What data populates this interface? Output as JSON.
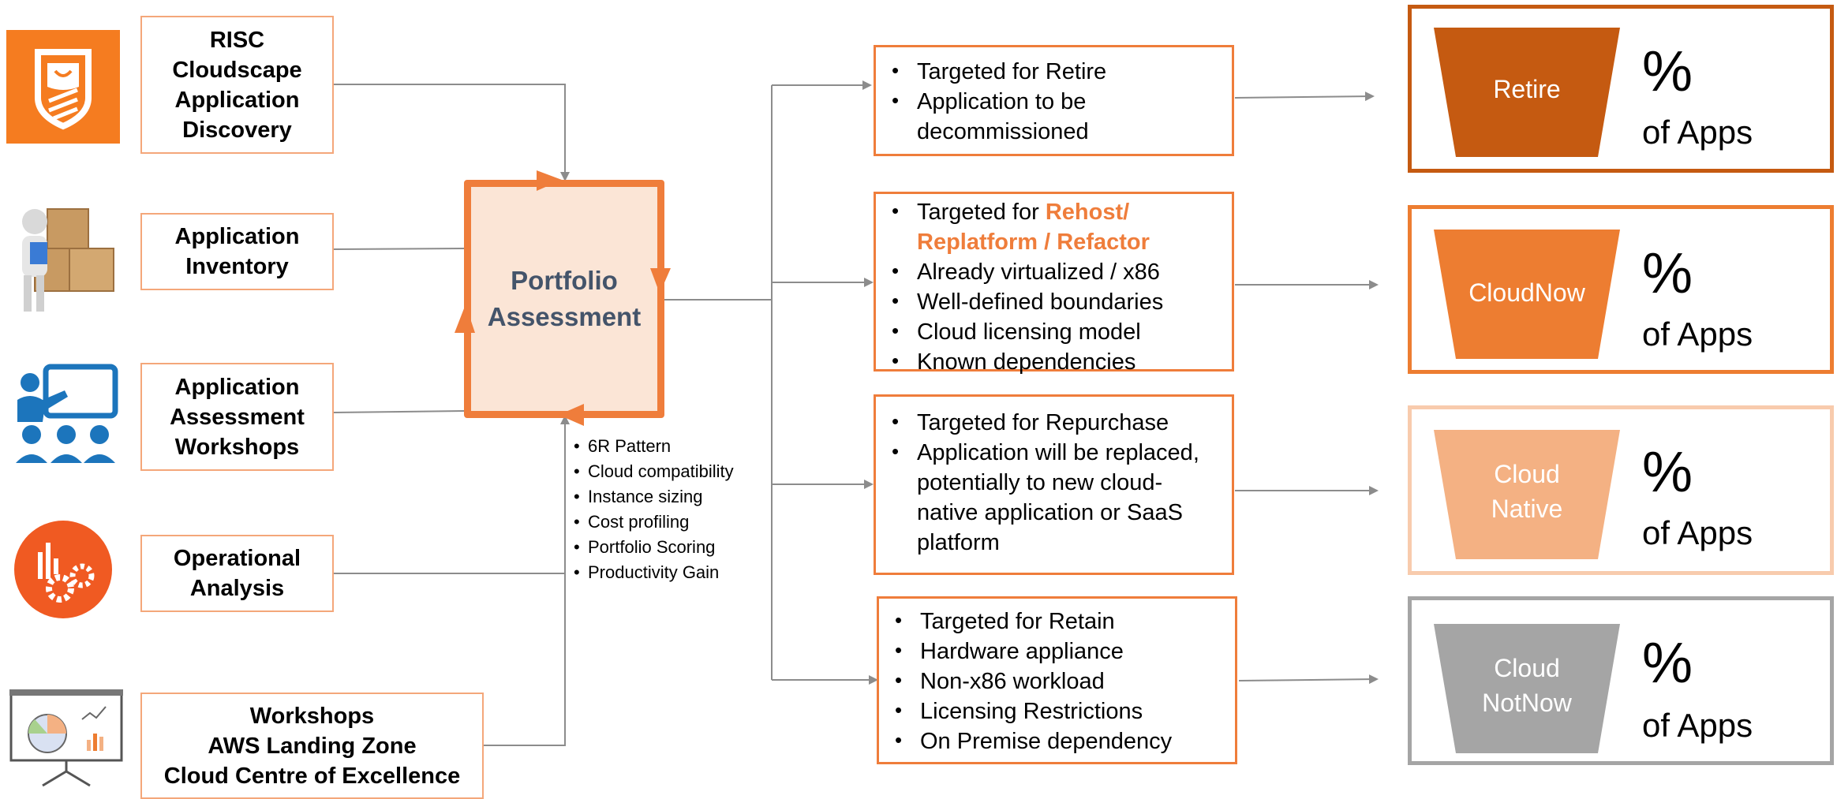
{
  "sources": [
    {
      "lines": [
        "RISC",
        "Cloudscape",
        "Application",
        "Discovery"
      ]
    },
    {
      "lines": [
        "Application",
        "Inventory"
      ]
    },
    {
      "lines": [
        "Application",
        "Assessment",
        "Workshops"
      ]
    },
    {
      "lines": [
        "Operational",
        "Analysis"
      ]
    },
    {
      "lines": [
        "Workshops",
        "AWS Landing Zone",
        "Cloud Centre of Excellence"
      ]
    }
  ],
  "center": {
    "line1": "Portfolio",
    "line2": "Assessment"
  },
  "criteria": [
    "6R Pattern",
    "Cloud compatibility",
    "Instance sizing",
    "Cost profiling",
    "Portfolio Scoring",
    "Productivity Gain"
  ],
  "outcomes": {
    "retire": [
      "Targeted for Retire",
      "Application to be decommissioned"
    ],
    "rehost": {
      "prefix": "Targeted for ",
      "highlight1": "Rehost/",
      "highlight2": "Replatform / Refactor",
      "items": [
        "Already virtualized / x86",
        "Well-defined boundaries",
        "Cloud licensing model",
        "Known dependencies"
      ]
    },
    "repurchase": [
      "Targeted for Repurchase",
      "Application will be replaced, potentially to new cloud-native application or SaaS platform"
    ],
    "retain": [
      "Targeted for Retain",
      "Hardware appliance",
      "Non-x86 workload",
      "Licensing Restrictions",
      "On Premise dependency"
    ]
  },
  "results": [
    {
      "label1": "Retire",
      "label2": "",
      "pct": "%",
      "of": "of Apps",
      "color": "#c55a11",
      "border": "#c55a11"
    },
    {
      "label1": "CloudNow",
      "label2": "",
      "pct": "%",
      "of": "of Apps",
      "color": "#ed7d31",
      "border": "#ed7d31"
    },
    {
      "label1": "Cloud",
      "label2": "Native",
      "pct": "%",
      "of": "of Apps",
      "color": "#f4b183",
      "border": "#f8cbad"
    },
    {
      "label1": "Cloud",
      "label2": "NotNow",
      "pct": "%",
      "of": "of Apps",
      "color": "#a5a5a5",
      "border": "#a5a5a5"
    }
  ],
  "icons": [
    "shield-book-icon",
    "person-with-boxes-icon",
    "presenter-audience-icon",
    "analytics-gears-icon",
    "presentation-board-icon"
  ],
  "colors": {
    "accent": "#ef7d3b",
    "center_fill": "#fbe5d6",
    "center_text": "#44546a",
    "connector": "#8c8c8c"
  }
}
